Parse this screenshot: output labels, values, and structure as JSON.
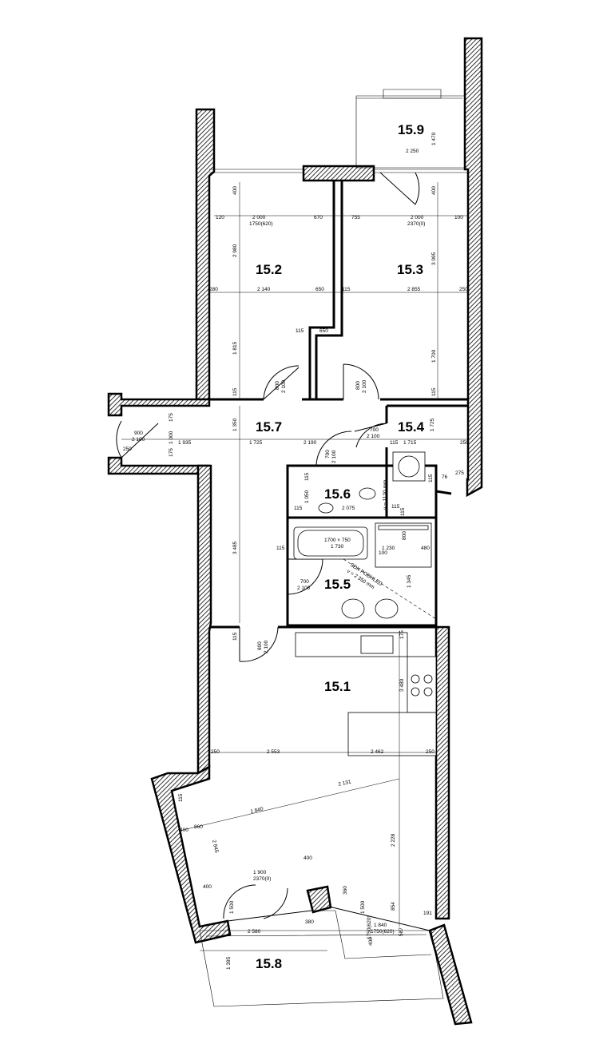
{
  "rooms": {
    "r15_1": "15.1",
    "r15_2": "15.2",
    "r15_3": "15.3",
    "r15_4": "15.4",
    "r15_5": "15.5",
    "r15_6": "15.6",
    "r15_7": "15.7",
    "r15_8": "15.8",
    "r15_9": "15.9"
  },
  "dims": {
    "d400a": "400",
    "d120": "120",
    "d2000a": "2 000",
    "d1750_620a": "1750(620)",
    "d670": "670",
    "d755": "755",
    "d2000b": "2 000",
    "d2370_0a": "2370(0)",
    "d100a": "100",
    "d400b": "400",
    "d2250": "2 250",
    "d1470": "1 470",
    "d2980": "2 980",
    "d3095": "3 095",
    "d280": "280",
    "d2140": "2 140",
    "d650a": "650",
    "d115a": "115",
    "d2855": "2 855",
    "d250a": "250",
    "d115b": "115",
    "d650b": "650",
    "d1815": "1 815",
    "d1700": "1 700",
    "d800a": "800",
    "d2100a": "2 100",
    "d800b": "800",
    "d2100b": "2 100",
    "d115c": "115",
    "d115d": "115",
    "d175a": "175",
    "d900": "900",
    "d2100c": "2 100",
    "d1000": "1 000",
    "d1350": "1 350",
    "d700a": "700",
    "d2100d": "2 100",
    "d1725a": "1 725",
    "d250b": "250",
    "d1935": "1 935",
    "d1725b": "1 725",
    "d2190": "2 190",
    "d115e": "115",
    "d1715": "1 715",
    "d250c": "250",
    "d175b": "175",
    "d700b": "700",
    "d2100e": "2 100",
    "d115f": "115",
    "d275": "275",
    "d76": "76",
    "d115g": "115",
    "d1050": "1 050",
    "d1120": "v = 1120 mm",
    "d2075": "2 075",
    "d115h": "115",
    "d115i": "115",
    "d115j": "115",
    "d800c": "800",
    "d1700x750": "1700 × 750",
    "d1730": "1 730",
    "d1230": "1 230",
    "d480": "480",
    "d100b": "100",
    "d115k": "115",
    "sdk1": "SDK PODHLED",
    "sdk2": "v = 2 350 mm",
    "d1345": "1 345",
    "d3485": "3 485",
    "d700c": "700",
    "d2100f": "2 100",
    "d115l": "115",
    "d800d": "800",
    "d2100g": "2 100",
    "d175c": "175",
    "d3480": "3 480",
    "d250d": "250",
    "d2553": "2 553",
    "d2462": "2 462",
    "d250e": "250",
    "d115m": "115",
    "d2131": "2 131",
    "d1840a": "1 840",
    "d860": "860",
    "d400c": "400",
    "d2845": "2 845",
    "d2228": "2 228",
    "d1900": "1 900",
    "d2370_0b": "2370(0)",
    "d400d": "400",
    "d400e": "400",
    "d360": "360",
    "d1500a": "1 500",
    "d1500b": "1 500",
    "d1750_620b": "1750(620)",
    "d854": "854",
    "d191": "191",
    "d2580": "2 580",
    "d380": "380",
    "d1840b": "1 840",
    "d1750_620c": "1750(620)",
    "d587": "587",
    "d400f": "400",
    "d1395": "1 395"
  },
  "colors": {
    "wall": "#000000",
    "background": "#ffffff"
  }
}
